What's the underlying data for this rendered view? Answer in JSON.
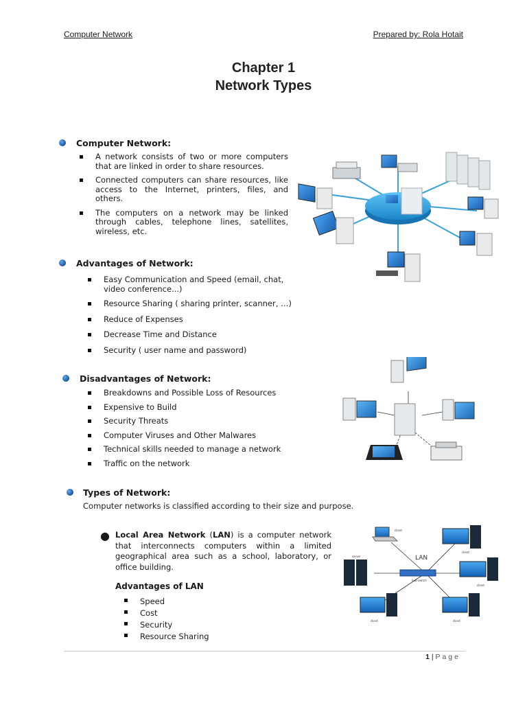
{
  "header": {
    "left": "Computer Network",
    "right": "Prepared by: Rola Hotait"
  },
  "title": {
    "line1": "Chapter 1",
    "line2": "Network Types"
  },
  "computer_network": {
    "heading": "Computer Network:",
    "items": [
      "A network consists of two or more computers that are linked in order to share resources.",
      "Connected computers can share resources, like access to the Internet, printers, files, and others.",
      "The computers on a network may be linked through cables, telephone lines, satellites, wireless, etc."
    ]
  },
  "advantages": {
    "heading": "Advantages of Network:",
    "items": [
      "Easy Communication and Speed (email, chat, video conference...)",
      "Resource Sharing ( sharing printer, scanner, …)",
      "Reduce of Expenses",
      "Decrease Time and Distance",
      "Security ( user name and password)"
    ]
  },
  "disadvantages": {
    "heading": "Disadvantages of Network:",
    "items": [
      "Breakdowns and Possible Loss of Resources",
      "Expensive to Build",
      "Security Threats",
      "Computer Viruses and Other Malwares",
      "Technical skills needed to manage a network",
      "Traffic on the network"
    ]
  },
  "types": {
    "heading": "Types of Network:",
    "intro": "Computer networks is classified according to their size and purpose."
  },
  "lan": {
    "bold_term": "Local Area Network",
    "paren_open": " (",
    "abbr": "LAN",
    "rest": ") is a computer network that interconnects computers within a limited geographical area such as a school, laboratory, or office building.",
    "adv_heading": "Advantages of LAN",
    "adv_items": [
      "Speed",
      "Cost",
      "Security",
      "Resource Sharing"
    ],
    "diagram": {
      "center_label": "LAN",
      "switch_label": "hub switch",
      "labels": [
        "client",
        "server",
        "client",
        "client",
        "client",
        "client"
      ]
    }
  },
  "footer": {
    "page_number": "1",
    "separator": " | ",
    "page_word": "Page"
  },
  "colors": {
    "bullet_blue": "#1f5fa8",
    "network_hub": "#39a9e6",
    "screen_blue": "#2a7fd4"
  }
}
